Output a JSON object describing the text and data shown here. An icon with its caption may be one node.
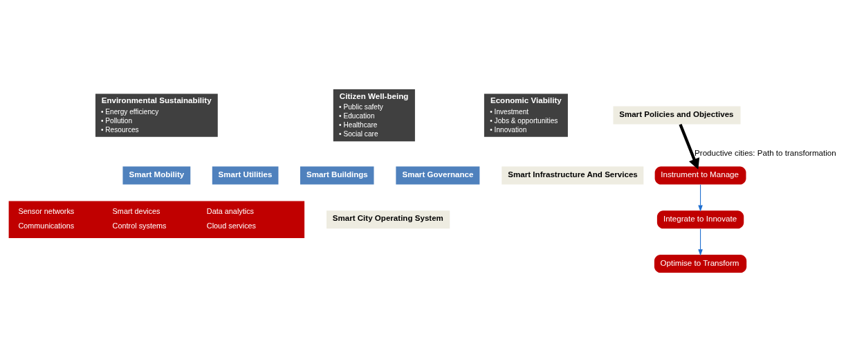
{
  "diagram": {
    "nodes": [
      {
        "text": [
          "Environmental Sustainability",
          "• Energy efficiency",
          "• Pollution",
          "• Resources"
        ]
      },
      {
        "text": [
          "Citizen Well-being",
          "• Public safety",
          "• Education",
          "• Healthcare",
          "• Social care"
        ]
      },
      {
        "text": [
          "Economic Viability",
          "• Investment",
          "• Jobs & opportunities",
          "• Innovation"
        ]
      },
      {
        "text": [
          "Smart Policies and Objectives"
        ]
      },
      {
        "text": [
          "Smart Mobility"
        ]
      },
      {
        "text": [
          "Smart Utilities"
        ]
      },
      {
        "text": [
          "Smart Buildings"
        ]
      },
      {
        "text": [
          "Smart Governance"
        ]
      },
      {
        "text": [
          "Smart Infrastructure And Services"
        ]
      },
      {
        "text": [
          "Sensor networks",
          "Smart devices",
          "Data analytics",
          "Communications",
          "Control systems",
          "Cloud services"
        ]
      },
      {
        "text": [
          "Smart City Operating System"
        ]
      },
      {
        "text": [
          "Instrument to Manage"
        ]
      },
      {
        "text": [
          "Integrate to Innovate"
        ]
      },
      {
        "text": [
          "Optimise to Transform"
        ]
      }
    ],
    "edges": [
      {
        "from": 3,
        "to": 11,
        "arrow": "to",
        "label": "Productive cities: Path to transformation",
        "style": "thick",
        "color": "#000000"
      },
      {
        "from": 11,
        "to": 12,
        "arrow": "to"
      },
      {
        "from": 12,
        "to": 13,
        "arrow": "to"
      }
    ]
  }
}
